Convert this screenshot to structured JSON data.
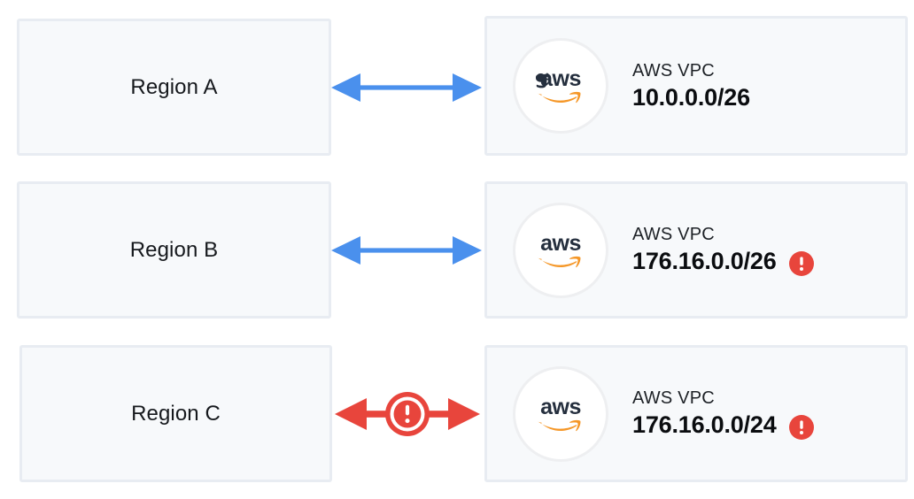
{
  "diagram": {
    "title": "AWS VPC CIDR overlap comparison",
    "colors": {
      "box_fill": "#f7f9fb",
      "box_border": "#e8ecf2",
      "arrow_ok": "#4a90ed",
      "arrow_error": "#e8453c",
      "alert": "#e8453c",
      "aws_text": "#252f3e",
      "aws_swoosh": "#f59728"
    },
    "rows": [
      {
        "region_label": "Region A",
        "connector": {
          "state": "ok",
          "icon": "double-arrow-icon",
          "color": "#4a90ed",
          "has_error_badge": false
        },
        "vpc": {
          "logo": "aws-logo-icon",
          "kind": "AWS VPC",
          "cidr": "10.0.0.0/26",
          "alert": false,
          "alert_icon": "alert-exclamation-icon"
        }
      },
      {
        "region_label": "Region B",
        "connector": {
          "state": "ok",
          "icon": "double-arrow-icon",
          "color": "#4a90ed",
          "has_error_badge": false
        },
        "vpc": {
          "logo": "aws-logo-icon",
          "kind": "AWS VPC",
          "cidr": "176.16.0.0/26",
          "alert": true,
          "alert_icon": "alert-exclamation-icon"
        }
      },
      {
        "region_label": "Region C",
        "connector": {
          "state": "error",
          "icon": "double-arrow-blocked-icon",
          "color": "#e8453c",
          "has_error_badge": true,
          "badge_icon": "alert-exclamation-circle-icon"
        },
        "vpc": {
          "logo": "aws-logo-icon",
          "kind": "AWS VPC",
          "cidr": "176.16.0.0/24",
          "alert": true,
          "alert_icon": "alert-exclamation-icon"
        }
      }
    ]
  }
}
